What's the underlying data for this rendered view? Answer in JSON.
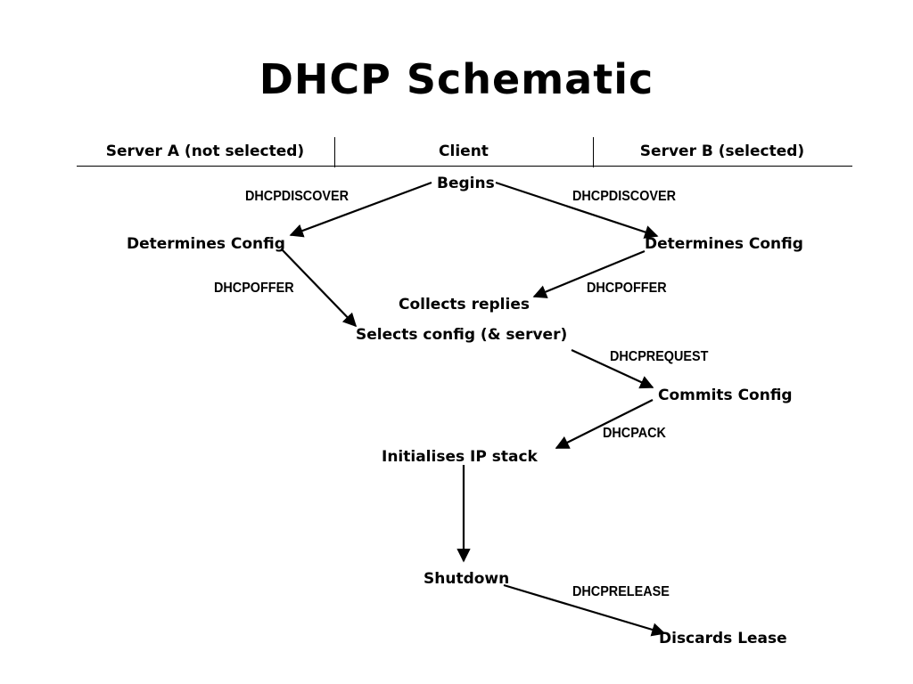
{
  "title": "DHCP Schematic",
  "columns": {
    "server_a": "Server A (not selected)",
    "client": "Client",
    "server_b": "Server B (selected)"
  },
  "client_steps": {
    "begins": "Begins",
    "collects_replies": "Collects replies",
    "selects_config": "Selects config (& server)",
    "initialises_ip": "Initialises IP stack",
    "shutdown": "Shutdown"
  },
  "server_a_steps": {
    "determines_config": "Determines Config"
  },
  "server_b_steps": {
    "determines_config": "Determines Config",
    "commits_config": "Commits Config",
    "discards_lease": "Discards Lease"
  },
  "messages": {
    "discover_a": "DHCPDISCOVER",
    "discover_b": "DHCPDISCOVER",
    "offer_a": "DHCPOFFER",
    "offer_b": "DHCPOFFER",
    "request": "DHCPREQUEST",
    "pack": "DHCPACK",
    "release": "DHCPRELEASE"
  }
}
